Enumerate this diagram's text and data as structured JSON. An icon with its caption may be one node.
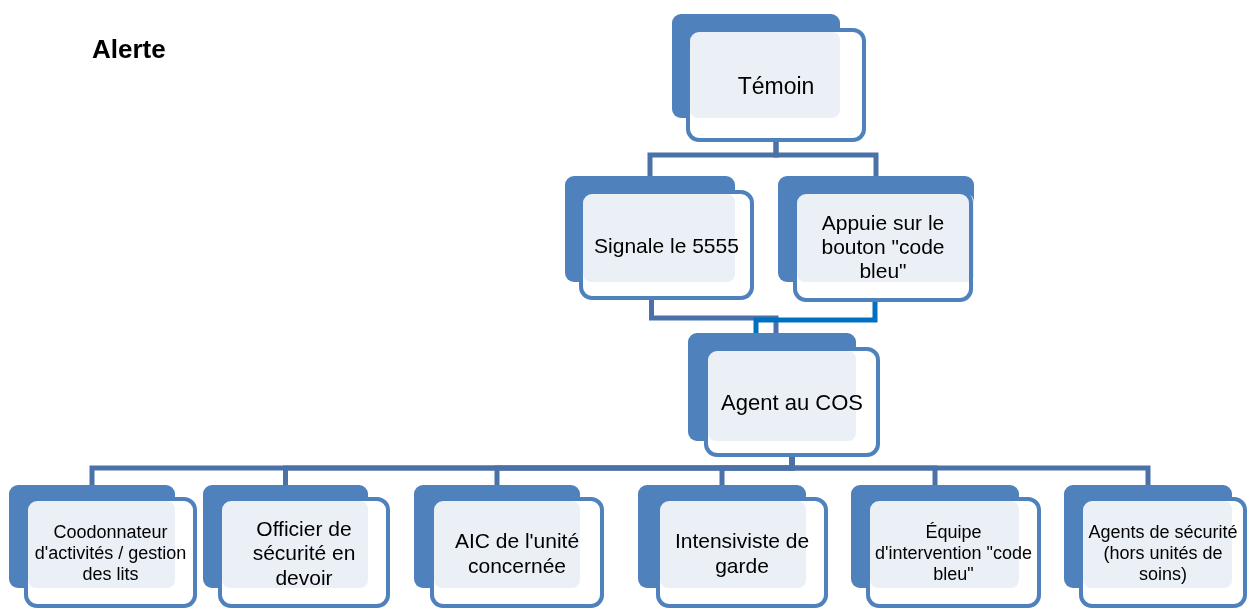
{
  "diagram": {
    "title": "Alerte",
    "nodes": [
      {
        "text": [
          "Témoin"
        ]
      },
      {
        "text": [
          "Signale le 5555"
        ]
      },
      {
        "text": [
          "Appuie sur le bouton \"code bleu\""
        ]
      },
      {
        "text": [
          "Agent au COS"
        ]
      },
      {
        "text": [
          "Coodonnateur d'activités / gestion des lits"
        ]
      },
      {
        "text": [
          "Officier de sécurité en devoir"
        ]
      },
      {
        "text": [
          "AIC de l'unité concernée"
        ]
      },
      {
        "text": [
          "Intensiviste de garde"
        ]
      },
      {
        "text": [
          "Équipe d'intervention \"code bleu\""
        ]
      },
      {
        "text": [
          "Agents de sécurité (hors unités de soins)"
        ]
      }
    ],
    "edges": [
      {
        "from": 0,
        "to": 1,
        "arrow": "none"
      },
      {
        "from": 0,
        "to": 2,
        "arrow": "none"
      },
      {
        "from": 1,
        "to": 3,
        "arrow": "none"
      },
      {
        "from": 2,
        "to": 3,
        "arrow": "none",
        "color": "#0070c0"
      },
      {
        "from": 3,
        "to": 4,
        "arrow": "none"
      },
      {
        "from": 3,
        "to": 5,
        "arrow": "none"
      },
      {
        "from": 3,
        "to": 6,
        "arrow": "none"
      },
      {
        "from": 3,
        "to": 7,
        "arrow": "none"
      },
      {
        "from": 3,
        "to": 8,
        "arrow": "none"
      },
      {
        "from": 3,
        "to": 9,
        "arrow": "none"
      }
    ]
  }
}
